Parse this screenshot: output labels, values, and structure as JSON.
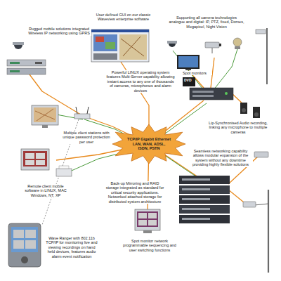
{
  "diagram": {
    "nodes": [
      {
        "text": [
          "TCP/IP Gigabit Ethernet LAN, WAN, ADSL, ISDN, PSTN"
        ]
      }
    ],
    "labels": [
      "Rugged mobile solutions integrated Wireless IP networking using GPRS",
      "User defined GUI on our classic Waveview enterprise software",
      "Supporting all camera technologies analogue and digital: IP, PTZ, fixed, Domes, Megapixel, Night Vision",
      "Spot monitors",
      "DVD",
      "Powerful LINUX operating system features Multi-Server capability allowing instant access to any one of thousands of cameras, microphones and alarm devices",
      "Lip-Synchronised Audio recording, linking any microphone to multiple cameras",
      "Multiple client stations with unique password protection per user",
      "Seamless networking capability allows modular expansion of the system without any downtime providing highly flexible solutions",
      "Remote client mobile software in LINUX, MAC Windows, NT, XP",
      "Back-up Mirroring and RAID storage integrated as standard for critical security applications. Networked attached storage for distributed system architecture",
      "Spot monitor network programmable sequencing and user switching functions",
      "Wave Ranger with 802.11b TCP/IP for monitoring live and viewing recordings on hand held devices, features audio alarm event notification"
    ]
  }
}
